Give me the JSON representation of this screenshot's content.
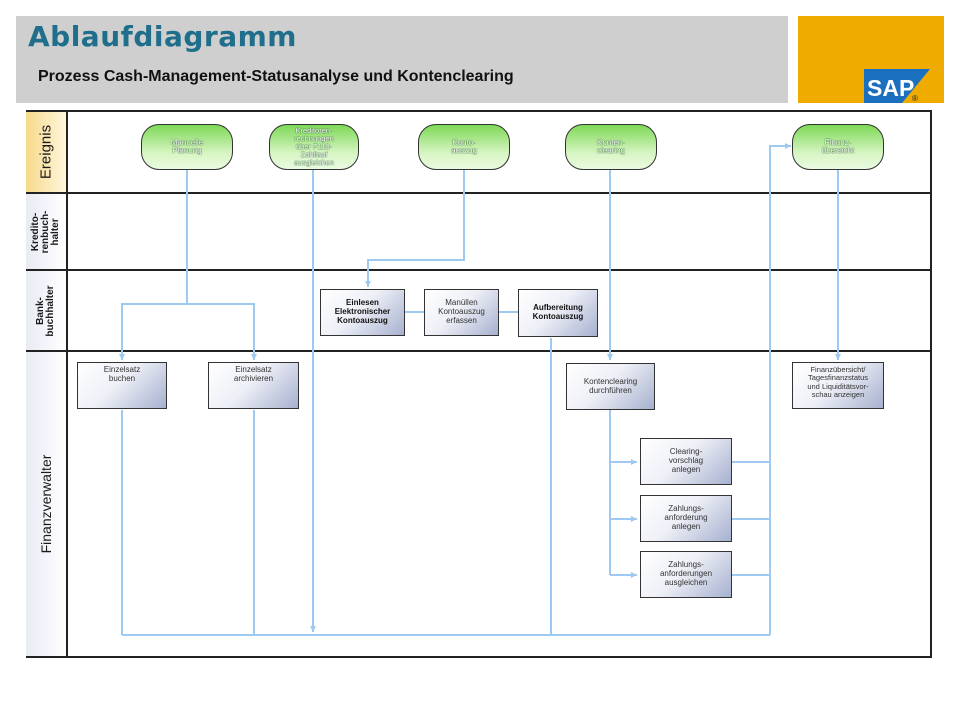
{
  "header": {
    "title": "Ablaufdiagramm",
    "subtitle": "Prozess Cash-Management-Statusanalyse und Kontenclearing"
  },
  "logo": {
    "text": "SAP",
    "registered": "®"
  },
  "lanes": {
    "event": "Ereignis",
    "kreditoren": "Kredito-\nrenbuch-\nhalter",
    "bank": "Bank-\nbuchhalter",
    "finanz": "Finanzverwalter"
  },
  "events": {
    "manuelle_planung": "Manuelle\nPlanung",
    "kreditoren_rechnungen": "Kreditoren-\nrechnungen\nüber F110-\nZahllauf\nausgleichen",
    "kontoauszug": "Konto-\nauszug",
    "kontenclearing": "Konten-\nclearing",
    "finanzuebersicht": "Finanz-\nübersicht"
  },
  "tasks": {
    "einlesen": "Einlesen\nElektronischer\nKontoauszug",
    "manuell_erfassen": "Manüllen\nKontoauszug\nerfassen",
    "aufbereitung": "Aufbereitung\nKontoauszug",
    "einzelsatz_buchen": "Einzelsatz\nbuchen",
    "einzelsatz_archivieren": "Einzelsatz\narchivieren",
    "kontenclearing_durchfuehren": "Kontenclearing\ndurchführen",
    "finanzuebersicht_anzeigen": "Finanzübersicht/\nTagesfinanzstatus\nund Liquiditätsvor-\nschau anzeigen",
    "clearing_vorschlag": "Clearing-\nvorschlag\nanlegen",
    "zahlungsanforderung_anlegen": "Zahlungs-\nanforderung\nanlegen",
    "zahlungsanforderungen_ausgleichen": "Zahlungs-\nanforderungen\nausgleichen"
  },
  "colors": {
    "connector": "#9ec9f0",
    "title": "#1f6e8c",
    "header_bg": "#cfcfcf",
    "logo_bg": "#f0ab00",
    "logo_blue": "#1a6fbf"
  }
}
